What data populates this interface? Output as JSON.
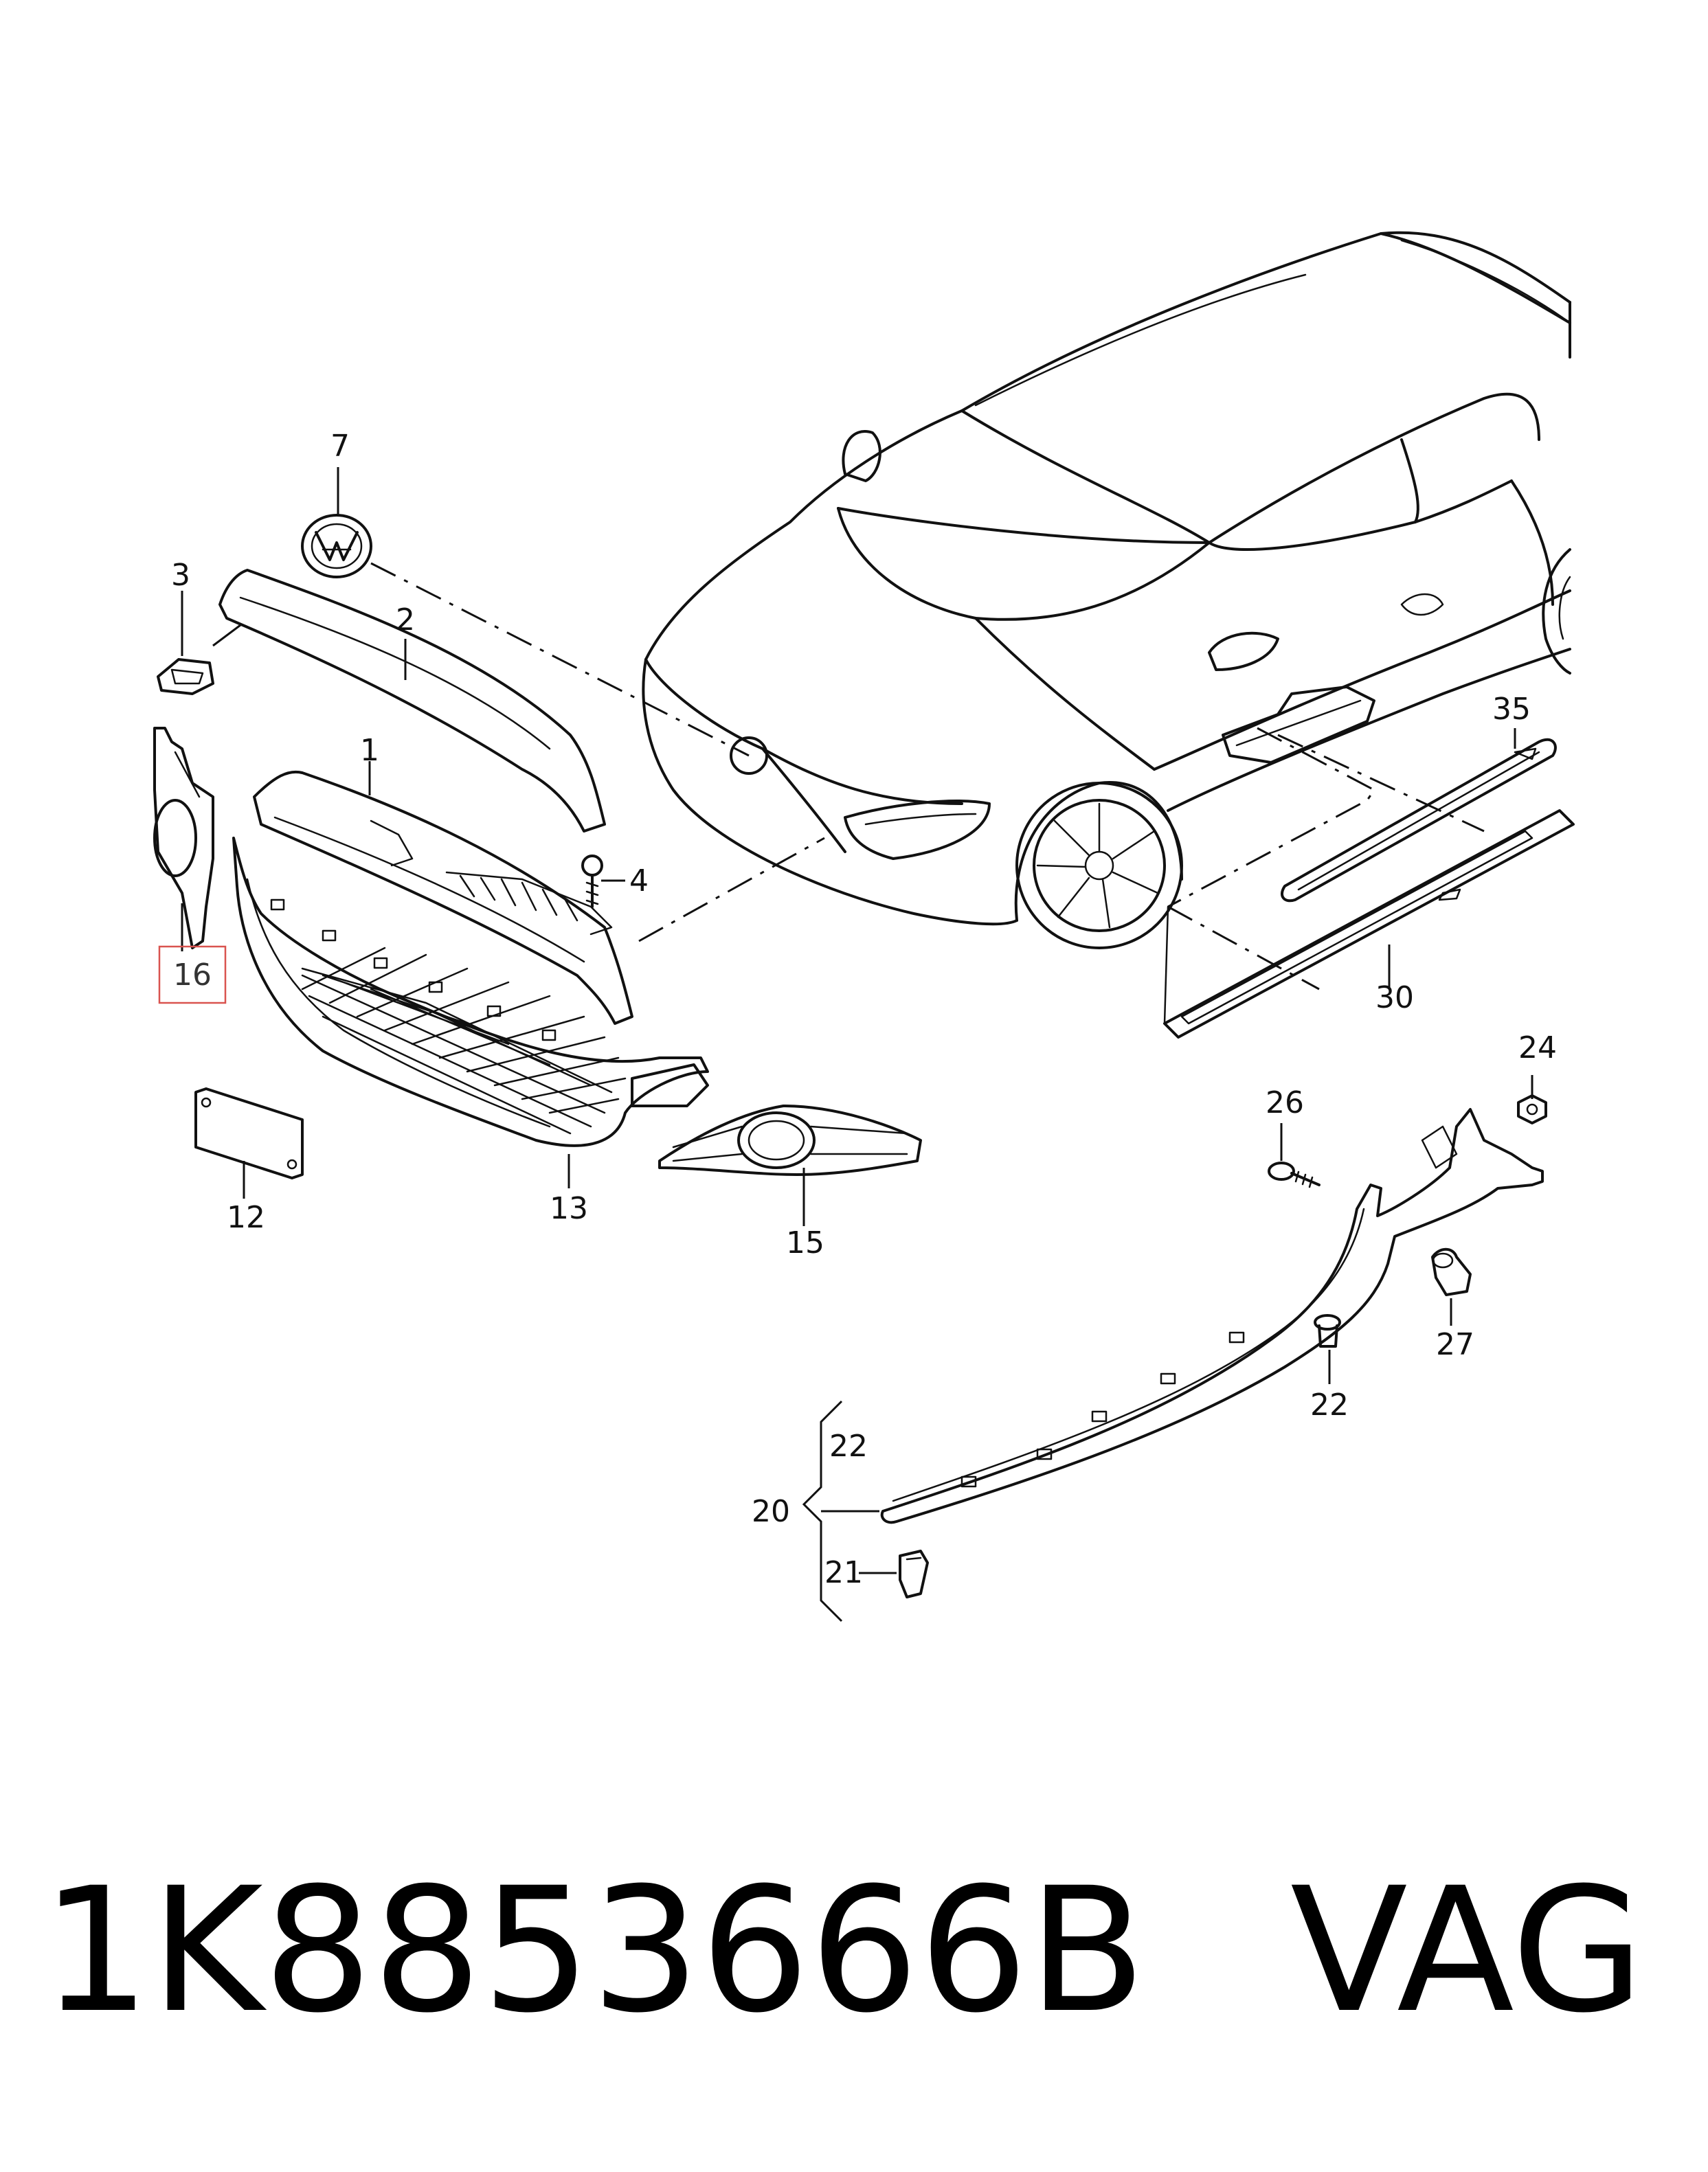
{
  "diagram": {
    "highlight_color": "#d9534f",
    "callouts": {
      "c1": "1",
      "c2": "2",
      "c3": "3",
      "c4": "4",
      "c7": "7",
      "c12": "12",
      "c13": "13",
      "c15": "15",
      "c16": "16",
      "c20": "20",
      "c21": "21",
      "c22a": "22",
      "c22b": "22",
      "c24": "24",
      "c26": "26",
      "c27": "27",
      "c30": "30",
      "c35": "35"
    },
    "highlighted_callout": "16"
  },
  "caption": {
    "part_number": "1K8853666B",
    "brand": "VAG"
  }
}
